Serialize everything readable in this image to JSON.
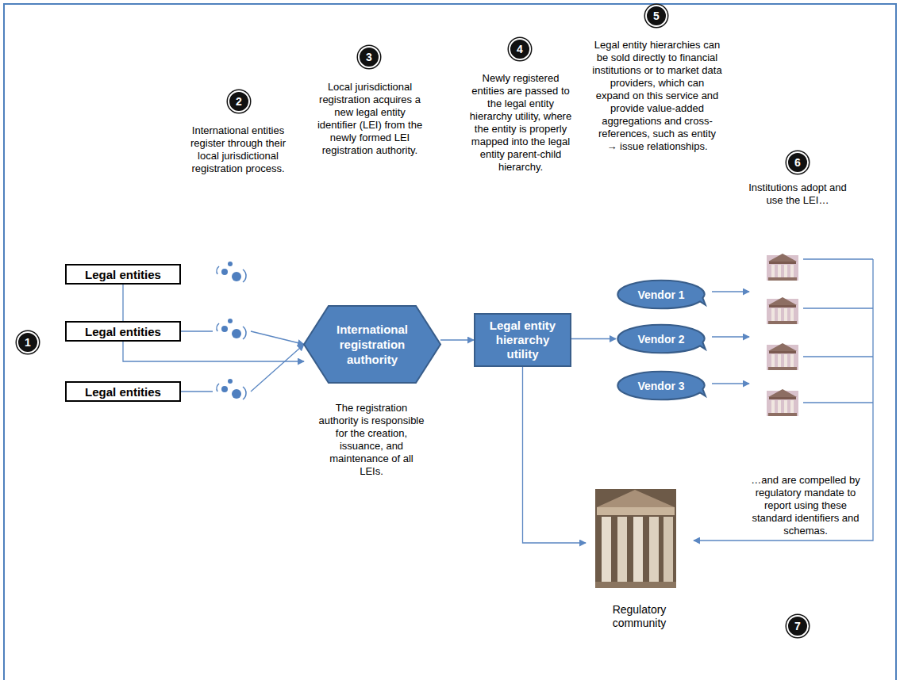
{
  "diagram": {
    "nodes": [
      {
        "text": [
          "Legal entities"
        ]
      },
      {
        "text": [
          "Legal entities"
        ]
      },
      {
        "text": [
          "Legal entities"
        ]
      },
      {
        "text": [
          "International registration authority"
        ]
      },
      {
        "text": [
          "Legal entity hierarchy utility"
        ]
      },
      {
        "text": [
          "Vendor 1"
        ]
      },
      {
        "text": [
          "Vendor 2"
        ]
      },
      {
        "text": [
          "Vendor 3"
        ]
      },
      {
        "text": [
          "Regulatory community"
        ]
      }
    ],
    "edges": [
      {
        "from": 0,
        "to": 3,
        "arrow": "to"
      },
      {
        "from": 1,
        "to": 3,
        "arrow": "to"
      },
      {
        "from": 2,
        "to": 3,
        "arrow": "to"
      },
      {
        "from": 3,
        "to": 4,
        "arrow": "to"
      },
      {
        "from": 4,
        "to": 6,
        "arrow": "to"
      },
      {
        "from": 4,
        "to": 8,
        "arrow": "to"
      }
    ],
    "labels": [
      "1",
      "2",
      "International entities register through their local jurisdictional registration process.",
      "3",
      "Local jurisdictional registration acquires a new legal entity identifier (LEI) from the newly formed LEI registration authority.",
      "4",
      "Newly registered entities are passed to the legal entity hierarchy utility, where the entity is properly mapped into the legal entity parent-child hierarchy.",
      "5",
      "Legal entity hierarchies can be sold directly to financial institutions or to market data providers, which can expand on this service and provide value-added aggregations and cross-references, such as entity → issue relationships.",
      "6",
      "Institutions adopt and use the LEI…",
      "The registration authority is responsible for the creation, issuance, and maintenance of all LEIs.",
      "…and are compelled by regulatory mandate to report using these standard identifiers and schemas.",
      "7"
    ]
  }
}
